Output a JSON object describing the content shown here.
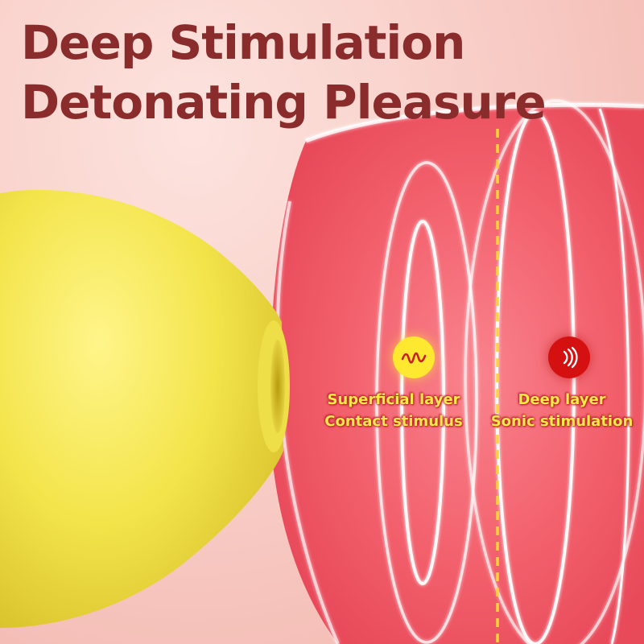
{
  "headline": {
    "line1": "Deep Stimulation",
    "line2": "Detonating Pleasure"
  },
  "layers": [
    {
      "icon": "wave-icon",
      "icon_color": "#ffe830",
      "title": "Superficial layer",
      "subtitle": "Contact stimulus"
    },
    {
      "icon": "sonic-wave-icon",
      "icon_color": "#d41010",
      "title": "Deep layer",
      "subtitle": "Sonic stimulation"
    }
  ],
  "colors": {
    "headline": "#8a2c2c",
    "background": "#f7c9c2",
    "device": "#f2e64a",
    "tissue": "#f46070",
    "label_text": "#ffe84a",
    "divider": "#ffd23c"
  }
}
